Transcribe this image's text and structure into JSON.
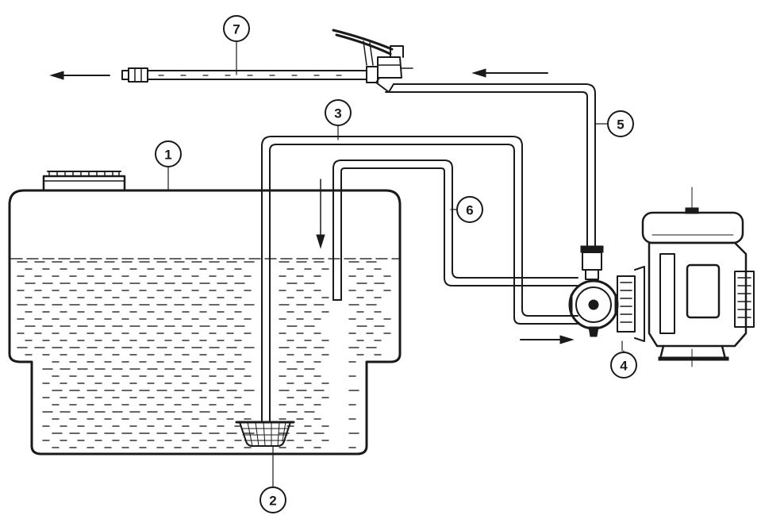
{
  "callouts": [
    {
      "id": "1",
      "label": "1"
    },
    {
      "id": "2",
      "label": "2"
    },
    {
      "id": "3",
      "label": "3"
    },
    {
      "id": "4",
      "label": "4"
    },
    {
      "id": "5",
      "label": "5"
    },
    {
      "id": "6",
      "label": "6"
    },
    {
      "id": "7",
      "label": "7"
    }
  ],
  "colors": {
    "ink": "#1a1a1a",
    "background": "#ffffff"
  }
}
